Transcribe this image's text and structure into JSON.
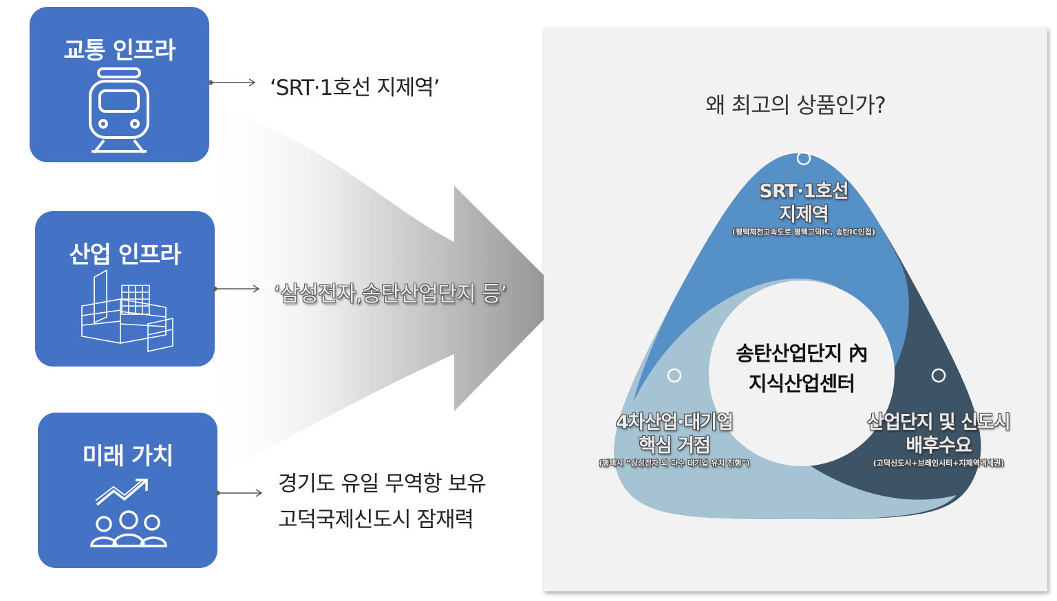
{
  "cards": [
    {
      "title": "교통 인프라",
      "icon": "train-icon"
    },
    {
      "title": "산업 인프라",
      "icon": "buildings-icon"
    },
    {
      "title": "미래 가치",
      "icon": "growth-people-icon"
    }
  ],
  "labels": {
    "transport": "‘SRT·1호선 지제역’",
    "industry": "‘삼성전자,송탄산업단지 등’",
    "future_line1": "경기도 유일 무역항 보유",
    "future_line2": "고덕국제신도시 잠재력"
  },
  "panel": {
    "title": "왜 최고의 상품인가?",
    "center_line1": "송탄산업단지 內",
    "center_line2": "지식산업센터",
    "segments": [
      {
        "line1": "SRT·1호선",
        "line2": "지제역",
        "note": "(평택제천고속도로 평택고덕IC, 송탄IC인접)"
      },
      {
        "line1": "4차산업·대기업",
        "line2": "핵심 거점",
        "note": "(평택시 “삼성전자 외 다수 대기업 유치 진행”)"
      },
      {
        "line1": "산업단지 및 신도시",
        "line2": "배후수요",
        "note": "(고덕신도시+브레인시티+지제역역세권)"
      }
    ]
  },
  "colors": {
    "card": "#4472c4",
    "seg_top": "#5590c7",
    "seg_right": "#3c5466",
    "seg_left": "#a5c3d2",
    "panel": "#f2f2f2"
  }
}
